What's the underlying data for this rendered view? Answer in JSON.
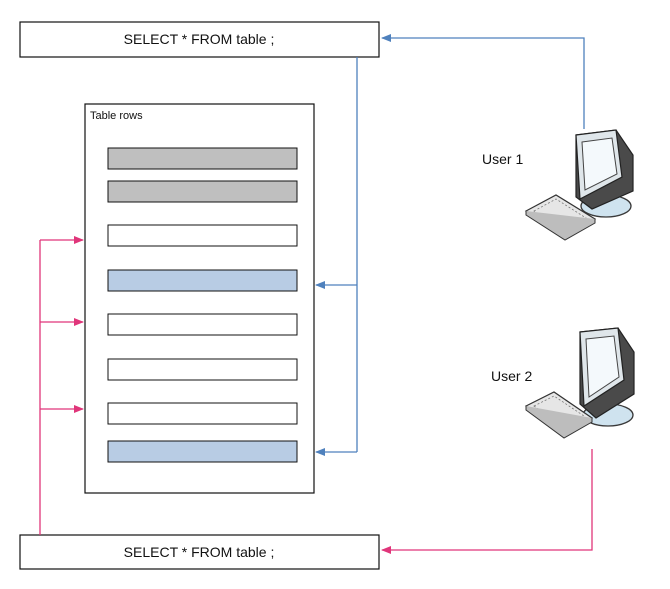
{
  "query_top": {
    "text": "SELECT * FROM table ;"
  },
  "query_bottom": {
    "text": "SELECT * FROM table ;"
  },
  "table": {
    "title": "Table rows",
    "rows": [
      {
        "state": "gray"
      },
      {
        "state": "gray"
      },
      {
        "state": "white"
      },
      {
        "state": "blue"
      },
      {
        "state": "white"
      },
      {
        "state": "white"
      },
      {
        "state": "white"
      },
      {
        "state": "blue"
      }
    ]
  },
  "users": [
    {
      "label": "User 1",
      "icon": "computer-icon"
    },
    {
      "label": "User 2",
      "icon": "computer-icon"
    }
  ],
  "colors": {
    "gray_row": "#bfbfbf",
    "blue_row": "#b8cce4",
    "white_row": "#ffffff",
    "user1_arrow": "#4f81bd",
    "user2_arrow": "#e0357a",
    "outline": "#111111"
  }
}
